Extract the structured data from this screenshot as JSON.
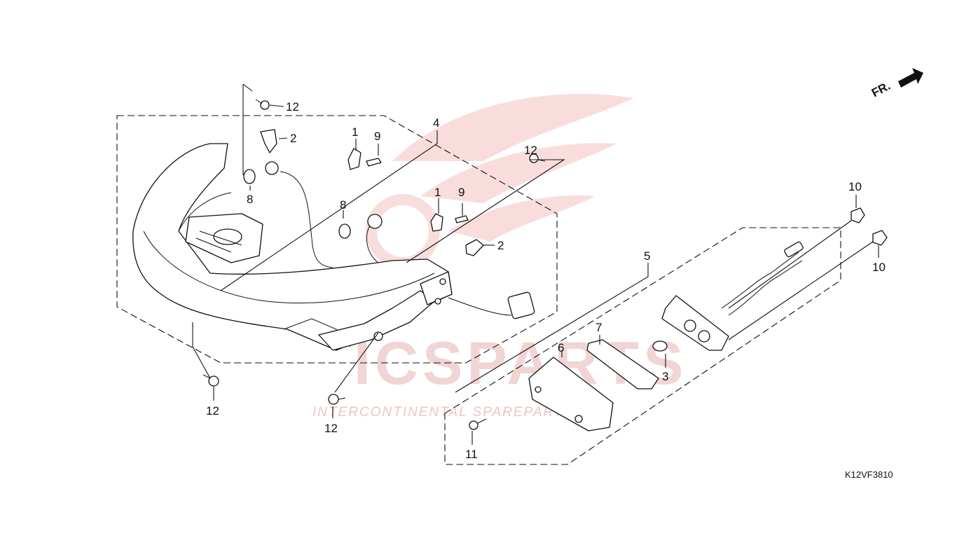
{
  "diagram_code": "K12VF3810",
  "direction_label": "FR.",
  "watermark": {
    "brand": "ICSPARTS",
    "tagline": "INTERCONTINENTAL SPAREPARTS"
  },
  "callouts": {
    "c12_top": "12",
    "c2_top": "2",
    "c1_top": "1",
    "c9_top": "9",
    "c4": "4",
    "c12_right": "12",
    "c8_left": "8",
    "c8_mid": "8",
    "c1_mid": "1",
    "c9_mid": "9",
    "c2_mid": "2",
    "c12_bottom_left": "12",
    "c12_bottom_mid": "12",
    "c10_top": "10",
    "c10_bottom": "10",
    "c5": "5",
    "c7": "7",
    "c6": "6",
    "c3": "3",
    "c11": "11"
  }
}
